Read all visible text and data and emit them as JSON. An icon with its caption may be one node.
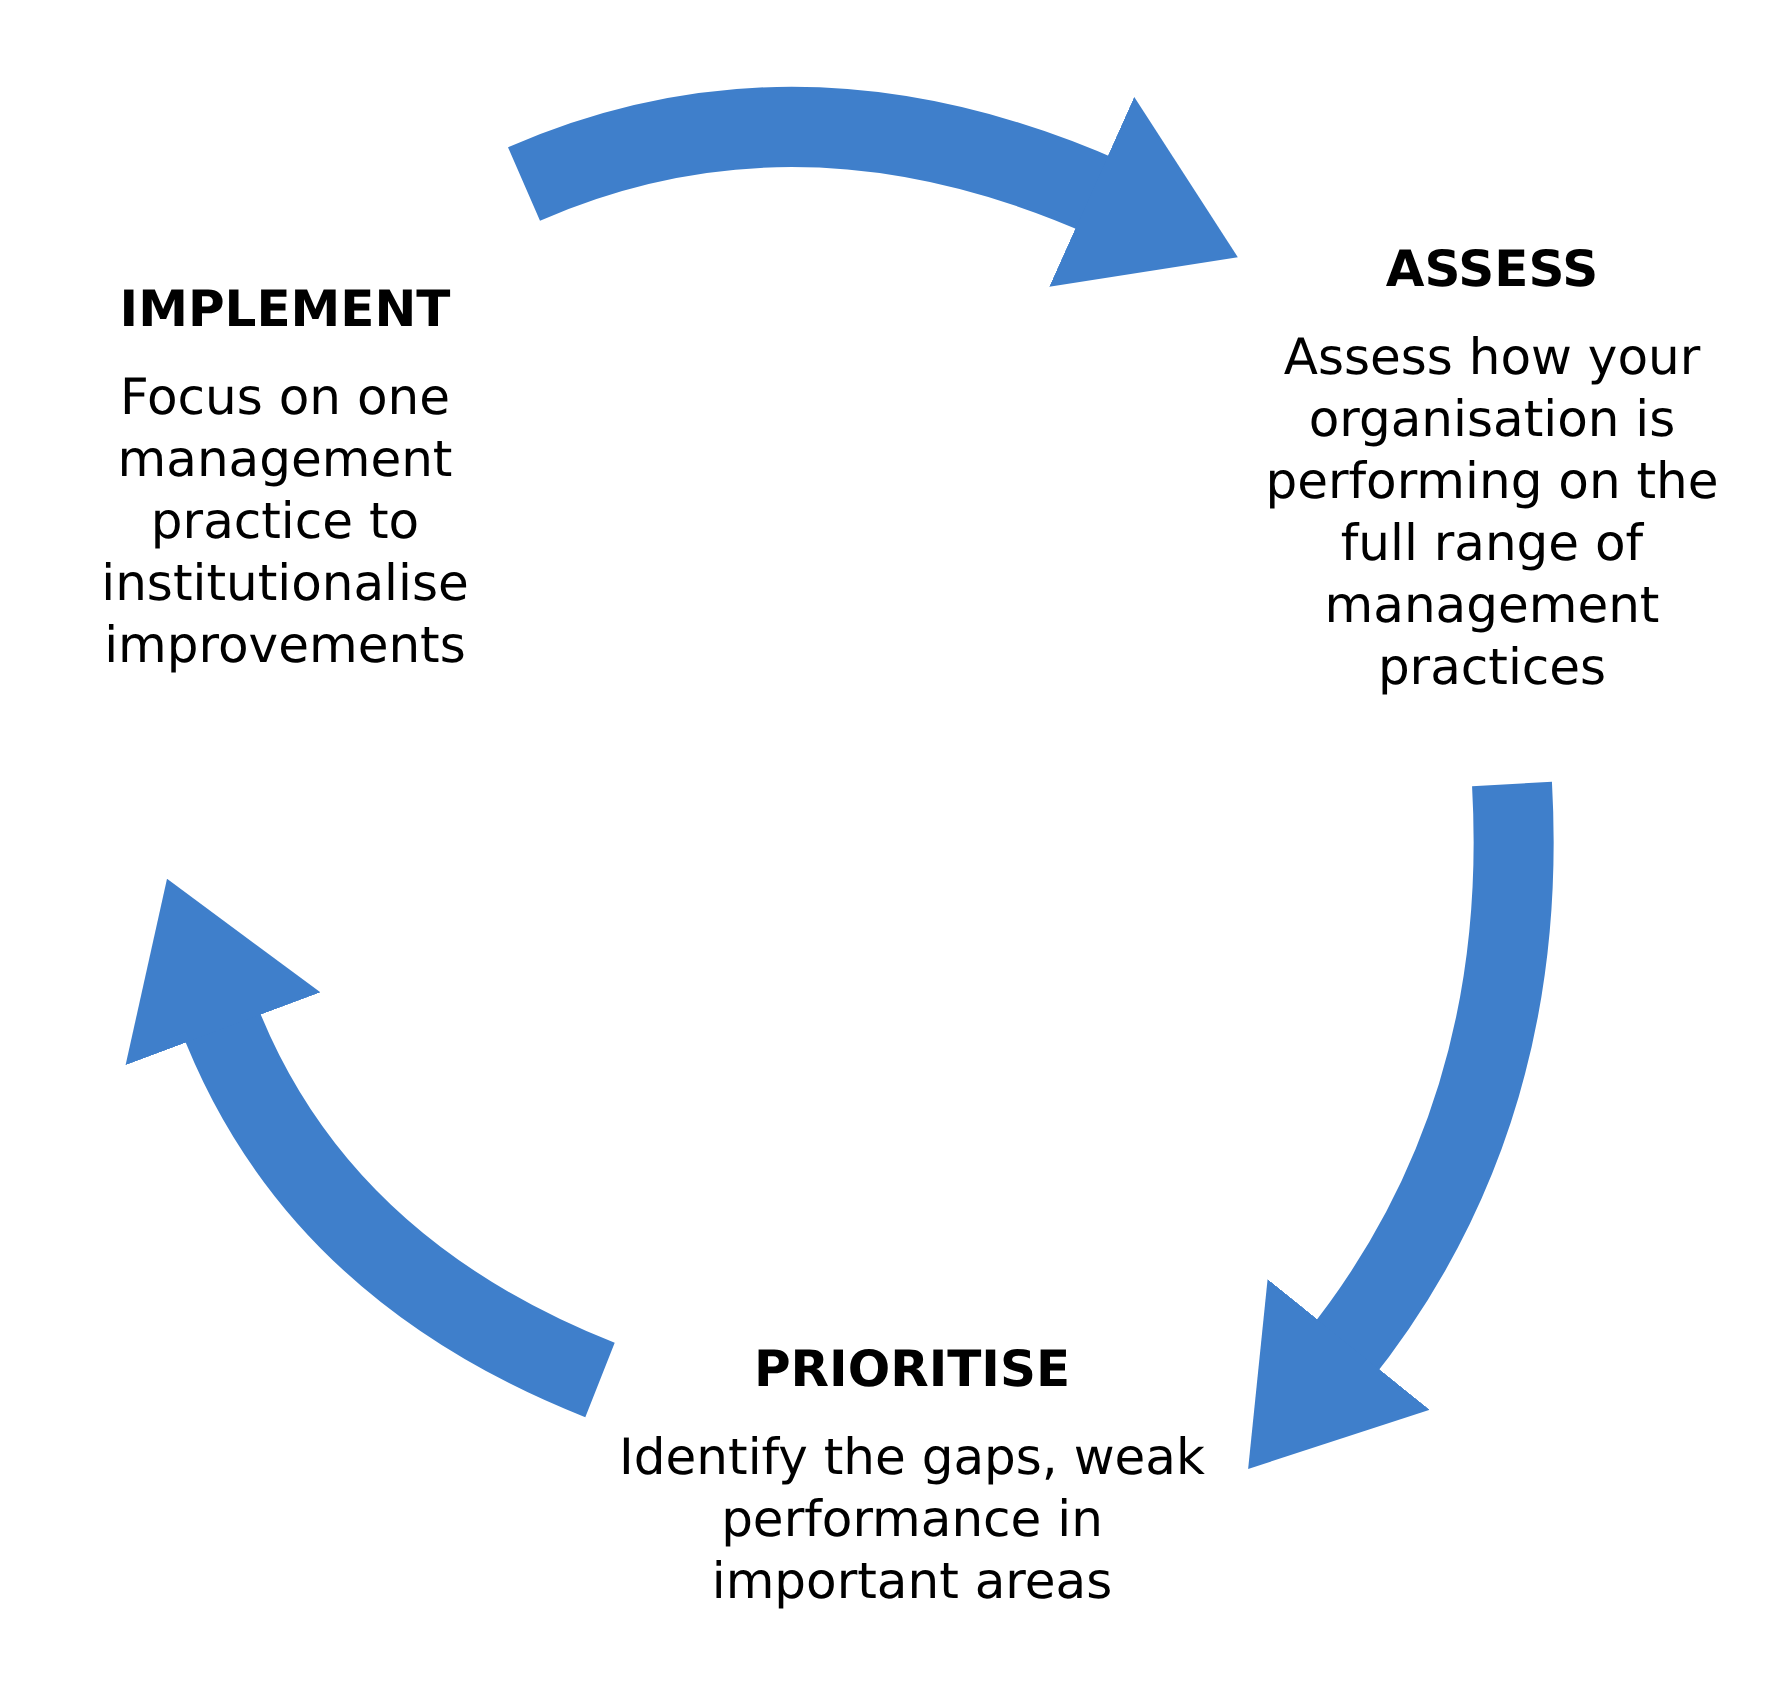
{
  "diagram": {
    "nodes": [
      {
        "text": [
          "IMPLEMENT",
          "Focus on one management practice to institutionalise improvements"
        ]
      },
      {
        "text": [
          "ASSESS",
          "Assess how your organisation is performing on the full range of management practices"
        ]
      },
      {
        "text": [
          "PRIORITISE",
          "Identify the gaps, weak performance in important areas"
        ]
      }
    ],
    "edges": [
      {
        "from": 0,
        "to": 1,
        "arrow": "to"
      },
      {
        "from": 1,
        "to": 2,
        "arrow": "to"
      },
      {
        "from": 2,
        "to": 0,
        "arrow": "to"
      }
    ]
  }
}
